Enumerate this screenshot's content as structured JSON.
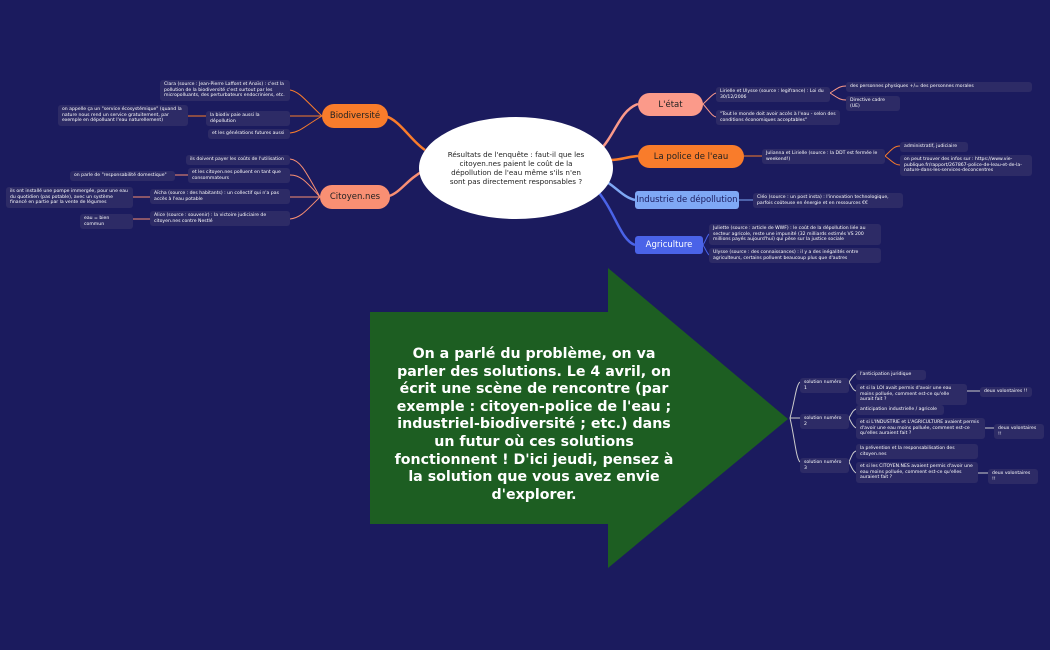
{
  "central": {
    "text": "Résultats de l'enquête : faut-il que les citoyen.nes paient le coût de la dépollution de l'eau même s'ils n'en sont pas directement responsables ?"
  },
  "left": {
    "biodiversite": {
      "label": "Biodiversité",
      "items": [
        "Clara (source : Jean-Pierre Laffont et Anaïs) : c'est la pollution de la biodiversité c'est surtout par les micropolluants, des perturbateurs endocriniens, etc.",
        "la biodiv paie aussi la dépollution",
        "et les générations futures aussi"
      ],
      "sub": "on appelle ça un \"service écosystémique\" (quand la nature nous rend un service gratuitement, par exemple en dépolluant l'eau naturellement)"
    },
    "citoyen": {
      "label": "Citoyen.nes",
      "items": [
        "ils doivent payer les coûts de l'utilisation",
        "et les citoyen.nes polluent en tant que consommateurs",
        "Aïcha (source : des habitants) : un collectif qui n'a pas accès à l'eau potable",
        "Alice (source : souvenir) : la victoire judiciaire de citoyen.nes contre Nestlé"
      ],
      "subs": [
        "on parle de \"responsabilité domestique\"",
        "ils ont installé une pompe immergée, pour une eau du quotidien (pas potable), avec un système financé en partie par la vente de légumes",
        "eau = bien commun"
      ]
    }
  },
  "right": {
    "etat": {
      "label": "L'état",
      "items": [
        "Lirielle et Ulysse (source : legifrance) : Loi du 30/12/2006",
        "\"Tout le monde doit avoir accès à l'eau - selon des conditions économiques acceptables\""
      ],
      "subs": [
        "des personnes physiques +/= des personnes morales",
        "Directive cadre (UE)"
      ]
    },
    "police": {
      "label": "La police de l'eau",
      "items": [
        "Julianna et Lirielle (source : la DDT est fermée le weekend!)"
      ],
      "subs": [
        "administratif, judiciaire",
        "on peut trouver des infos sur : https://www.vie-publique.fr/rapport/267867-police-de-leau-et-de-la-nature-dans-les-services-deconcentres"
      ]
    },
    "industrie": {
      "label": "Industrie de dépollution",
      "items": [
        "Cléo (source : un post insta) : l'innovation technologique, parfois coûteuse en énergie et en ressources €€"
      ]
    },
    "agriculture": {
      "label": "Agriculture",
      "items": [
        "Juliette (source : article de WWF) : le coût de la dépollution liée au secteur agricole, reste une impunité (32 milliards estimés VS 200 millions payés aujourd'hui) qui pèse sur la justice sociale",
        "Ulysse (source : des connaissances) : il y a des inégalités entre agriculteurs, certains polluent beaucoup plus que d'autres"
      ]
    }
  },
  "arrow_text": "On a parlé du problème, on va parler des solutions. Le 4 avril, on écrit une scène de rencontre (par exemple : citoyen-police de l'eau ; industriel-biodiversité ; etc.) dans un futur où ces solutions fonctionnent ! D'ici jeudi, pensez à la solution que vous avez envie d'explorer.",
  "solutions": [
    {
      "label": "solution numéro 1",
      "items": [
        "l'anticipation juridique",
        "et si la LOI avait permis d'avoir une eau moins polluée, comment est-ce qu'elle aurait fait ?"
      ],
      "extra": "deux volontaires !!"
    },
    {
      "label": "solution numéro 2",
      "items": [
        "anticipation industrielle / agricole",
        "et si L'INDUSTRIE et L'AGRICULTURE avaient permis d'avoir une eau moins polluée, comment est-ce qu'elles auraient fait ?"
      ],
      "extra": "deux volontaires !!"
    },
    {
      "label": "solution numéro 3",
      "items": [
        "la prévention et la responsabilisation des citoyen.nes",
        "et si les CITOYEN.NES avaient permis d'avoir une eau moins polluée, comment est-ce qu'elles auraient fait ?"
      ],
      "extra": "deux volontaires !!"
    }
  ],
  "colors": {
    "background": "#1b1b5e",
    "central": "#ffffff",
    "biodiversite": "#f97c2b",
    "citoyen": "#f98f73",
    "etat": "#fb9a8a",
    "police": "#f97c2b",
    "industrie": "#7fa8f5",
    "agriculture": "#4a63e8",
    "arrow": "#1d5e22",
    "leaf": "#2d2b66"
  }
}
